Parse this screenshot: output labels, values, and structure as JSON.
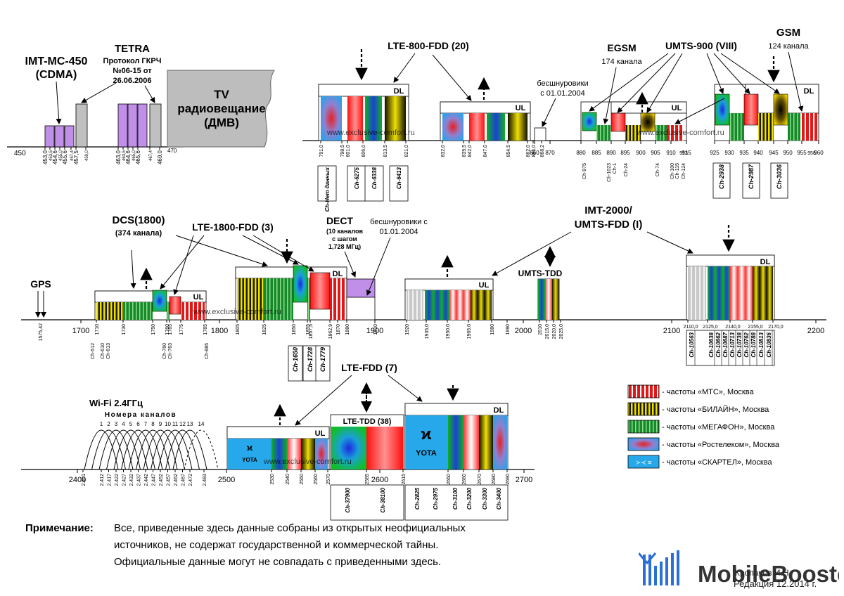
{
  "labels": {
    "imt450": "IMT-MC-450",
    "imt450_sub": "(CDMA)",
    "tetra": "TETRA",
    "tetra_l1": "Протокол ГКРЧ",
    "tetra_l2": "№06-15 от",
    "tetra_l3": "26.06.2006",
    "tv1": "TV",
    "tv2": "радиовещание",
    "tv3": "(ДМВ)",
    "lte800": "LTE-800-FDD (20)",
    "egsm": "EGSM",
    "egsm_sub": "174 канала",
    "umts900": "UMTS-900 (VIII)",
    "gsm": "GSM",
    "gsm_sub": "124 канала",
    "cordless1_l1": "бесшнуровики",
    "cordless1_l2": "с 01.01.2004",
    "dcs": "DCS(1800)",
    "dcs_sub": "(374 канала)",
    "lte1800": "LTE-1800-FDD (3)",
    "dect": "DECT",
    "dect_l1": "(10 каналов",
    "dect_l2": "с шагом",
    "dect_l3": "1,728 МГц)",
    "cordless2_l1": "бесшнуровики с",
    "cordless2_l2": "01.01.2004",
    "imt2000_l1": "IMT-2000/",
    "imt2000_l2": "UMTS-FDD (I)",
    "umtstdd": "UMTS-TDD",
    "gps": "GPS",
    "wifi": "Wi-Fi 2.4ГГц",
    "wifi_channels": "Номера каналов",
    "ltefdd7": "LTE-FDD (7)",
    "ltetdd38": "LTE-TDD (38)",
    "dl": "DL",
    "ul": "UL",
    "yota": "YOTA",
    "watermark": "www.exclusive-comfort.ru"
  },
  "axes": {
    "a1_ticks": [
      "450",
      "470"
    ],
    "a2_ticks": [
      "860",
      "870",
      "880",
      "885",
      "890",
      "895",
      "900",
      "905",
      "910",
      "915",
      "925",
      "930",
      "935",
      "940",
      "945",
      "950",
      "955",
      "960"
    ],
    "a3_ticks": [
      "1700",
      "1800",
      "1900",
      "2000",
      "2100",
      "2200"
    ],
    "a4_ticks": [
      "2400",
      "2500",
      "2600",
      "2700"
    ]
  },
  "freq_labels": {
    "r1_cdma": [
      "453,0",
      "453,5",
      "454,6",
      "455,0",
      "455,6",
      "457,4",
      "457,5",
      "459,0",
      "463,0",
      "463,5",
      "464,6",
      "465,0",
      "465,6",
      "467,4",
      "469,0"
    ],
    "r1_lte800": [
      "791,0",
      "798,5",
      "801,0",
      "806,0",
      "813,5",
      "821,0",
      "832,0",
      "839,5",
      "842,0",
      "847,0",
      "854,5",
      "862,0",
      "864,0",
      "868,2"
    ],
    "r1_ch_lte": [
      "Ch-Нет данных",
      "Ch-6275",
      "Ch-6338",
      "Ch-6413"
    ],
    "r1_ch_gsm": [
      "Ch-975",
      "Ch-1023",
      "Ch-1",
      "Ch-24",
      "Ch-74",
      "Ch-100",
      "Ch-115",
      "Ch-124"
    ],
    "r1_ch_umts": [
      "Ch-2938",
      "Ch-2987",
      "Ch-3036"
    ],
    "r1_gsm_extra": [
      "913",
      "958"
    ],
    "r2_gps": [
      "1575,42"
    ],
    "r2_dcs": [
      "1710",
      "1730",
      "1750",
      "1760",
      "1765",
      "1775",
      "1785",
      "1805",
      "1825",
      "1850",
      "1855",
      "1857,5",
      "1862,9",
      "1870",
      "1880",
      "1910"
    ],
    "r2_dcs_ch": [
      "Ch-512",
      "Ch-610",
      "Ch-613",
      "Ch-760",
      "Ch-763",
      "Ch-885"
    ],
    "r2_lte_ch": [
      "Ch-1650",
      "Ch-1728",
      "Ch-1779"
    ],
    "r2_umts": [
      "1920",
      "1935,0",
      "1950,0",
      "1965,0",
      "1980",
      "1990",
      "2010",
      "2015,0",
      "2020,0",
      "2025,0",
      "2110,0",
      "2125,0",
      "2140,0",
      "2155,0",
      "2170,0"
    ],
    "r2_umts_ch": [
      "Ch-10563",
      "Ch-10638",
      "Ch-10662",
      "Ch-10687",
      "Ch-10713",
      "Ch-10738",
      "Ch-10762",
      "Ch-10788",
      "Ch-10813",
      "Ch-10836"
    ],
    "r3_wifi": [
      "2.401",
      "2.412",
      "2.417",
      "2.422",
      "2.427",
      "2.432",
      "2.437",
      "2.442",
      "2.447",
      "2.452",
      "2.457",
      "2.462",
      "2.467",
      "2.472",
      "2.483"
    ],
    "r3_wifi_numbers": [
      "1",
      "2",
      "3",
      "4",
      "5",
      "6",
      "7",
      "8",
      "9",
      "10",
      "11",
      "12",
      "13",
      "14"
    ],
    "r3_lte": [
      "2530",
      "2540",
      "2550",
      "2560",
      "2570",
      "2585",
      "2615",
      "2650",
      "2660",
      "2670",
      "2680",
      "2690"
    ],
    "r3_lte_ch": [
      "Ch-37900",
      "Ch-38100",
      "Ch-2825",
      "Ch-2975",
      "Ch-3100",
      "Ch-3200",
      "Ch-3300",
      "Ch-3400"
    ]
  },
  "legend": [
    {
      "text": "- частоты «МТС», Москва",
      "color": "#e82020",
      "stripe": "#ffffff",
      "key": "mts"
    },
    {
      "text": "- частоты «БИЛАЙН», Москва",
      "color": "#1a1a00",
      "stripe": "#f0e000",
      "key": "beeline"
    },
    {
      "text": "- частоты «МЕГАФОН», Москва",
      "color": "#1c8a2c",
      "stripe": "#c8f0c8",
      "key": "megafon"
    },
    {
      "text": "- частоты «Ростелеком», Москва",
      "color": "#2a8ae0",
      "stripe": "#e83030",
      "key": "rostelecom"
    },
    {
      "text": "- частоты «СКАРТЕЛ», Москва",
      "color": "#2aa8e8",
      "stripe": "#ffffff",
      "key": "scartel"
    }
  ],
  "note": {
    "label": "Примечание:",
    "lines": [
      "Все, приведенные здесь данные собраны из открытых неофициальных",
      "источников, не содержат государственной и коммерческой тайны.",
      "Официальные данные могут не совпадать с приведенными здесь."
    ]
  },
  "footer": {
    "author": "Кропачев И.Н",
    "edition": "Редакция 12.2014 г.",
    "logo": "MobileBooster"
  },
  "colors": {
    "mts_red": "#e01818",
    "beeline_yellow": "#f0e000",
    "megafon_green": "#18a030",
    "blue": "#1a6ad8",
    "purple": "#c090e8",
    "grey": "#bdbdbd",
    "yota_blue": "#26a8ea"
  }
}
